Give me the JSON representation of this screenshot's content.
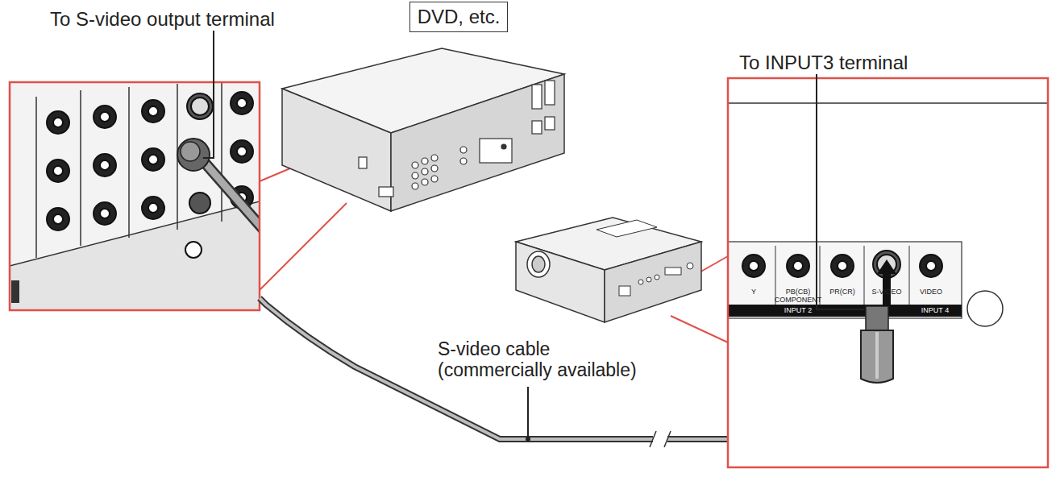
{
  "diagram": {
    "nodes": [
      {
        "text": [
          "DVD, etc."
        ]
      }
    ],
    "labels": [
      "To S-video output terminal",
      "To INPUT3 terminal",
      "S-video cable (commercially available)",
      "Y",
      "PB(CB)",
      "PR(CR)",
      "COMPONENT",
      "S-VIDEO",
      "VIDEO",
      "INPUT 2",
      "INPUT 4"
    ]
  }
}
